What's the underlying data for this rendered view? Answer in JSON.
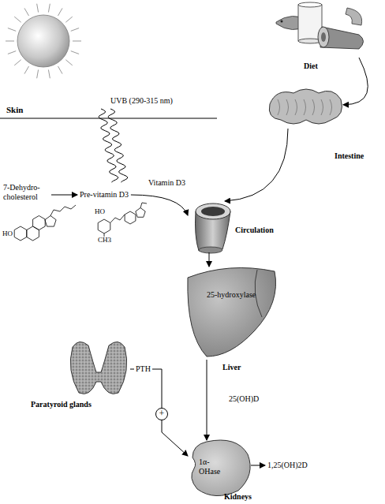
{
  "diagram": {
    "nodes": [
      {
        "text": [
          "Diet"
        ]
      },
      {
        "text": [
          "Intestine"
        ]
      },
      {
        "text": [
          "7-Dehydro- cholesterol"
        ]
      },
      {
        "text": [
          "Pre-vitamin D3"
        ]
      },
      {
        "text": [
          "Circulation"
        ]
      },
      {
        "text": [
          "25-hydroxylase",
          "Liver"
        ]
      },
      {
        "text": [
          "Paratyroid glands"
        ]
      },
      {
        "text": [
          "1α-OHase",
          "Kidneys"
        ]
      },
      {
        "text": [
          "1,25(OH)2D"
        ]
      }
    ],
    "edges": [
      {
        "from": 0,
        "to": 1,
        "arrow": "to"
      },
      {
        "from": 2,
        "to": 3,
        "arrow": "to"
      },
      {
        "from": 3,
        "to": 4,
        "arrow": "to",
        "label": "Vitamin D3"
      },
      {
        "from": 1,
        "to": 4,
        "arrow": "to"
      },
      {
        "from": 4,
        "to": 5,
        "arrow": "to"
      },
      {
        "from": 5,
        "to": 7,
        "arrow": "to",
        "label": "25(OH)D"
      },
      {
        "from": 6,
        "to": 7,
        "arrow": "to",
        "label": "PTH"
      },
      {
        "from": 7,
        "to": 8,
        "arrow": "to"
      }
    ],
    "labels": [
      "Skin",
      "UVB (290-315 nm)",
      "HO",
      "HO",
      "CH3",
      "+"
    ]
  }
}
